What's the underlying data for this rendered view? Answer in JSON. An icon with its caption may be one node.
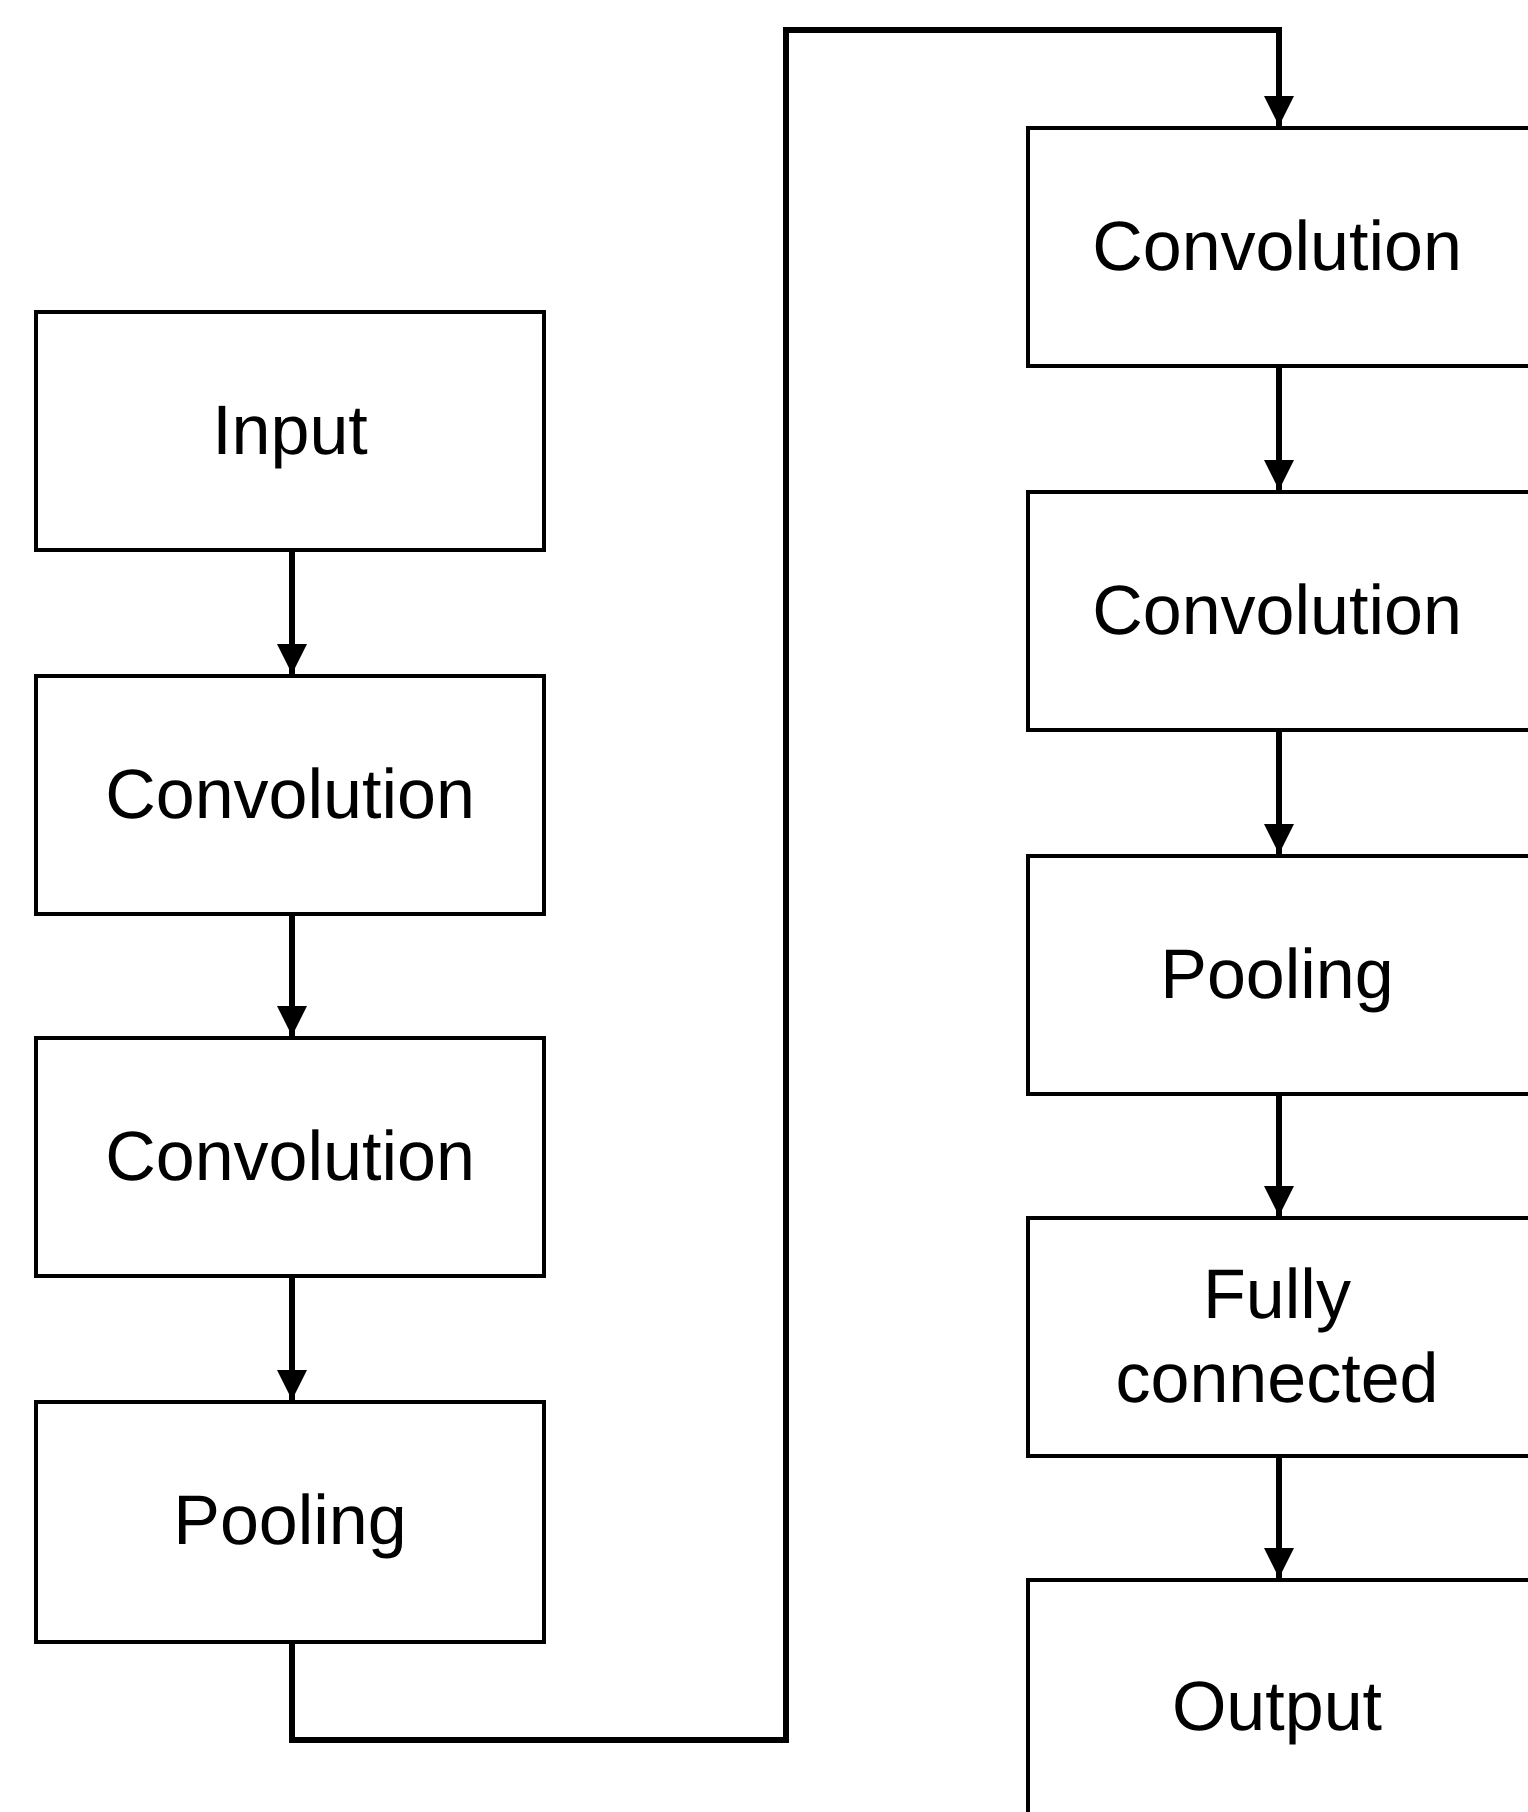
{
  "diagram": {
    "nodes": [
      {
        "text": [
          "Input"
        ]
      },
      {
        "text": [
          "Convolution"
        ]
      },
      {
        "text": [
          "Convolution"
        ]
      },
      {
        "text": [
          "Pooling"
        ]
      },
      {
        "text": [
          "Convolution"
        ]
      },
      {
        "text": [
          "Convolution"
        ]
      },
      {
        "text": [
          "Pooling"
        ]
      },
      {
        "text": [
          "Fully connected"
        ]
      },
      {
        "text": [
          "Output"
        ]
      }
    ],
    "edges": [
      {
        "from": 0,
        "to": 1,
        "arrow": "to"
      },
      {
        "from": 1,
        "to": 2,
        "arrow": "to"
      },
      {
        "from": 2,
        "to": 3,
        "arrow": "to"
      },
      {
        "from": 3,
        "to": 4,
        "arrow": "to"
      },
      {
        "from": 4,
        "to": 5,
        "arrow": "to"
      },
      {
        "from": 5,
        "to": 6,
        "arrow": "to"
      },
      {
        "from": 6,
        "to": 7,
        "arrow": "to"
      },
      {
        "from": 7,
        "to": 8,
        "arrow": "to"
      }
    ]
  }
}
